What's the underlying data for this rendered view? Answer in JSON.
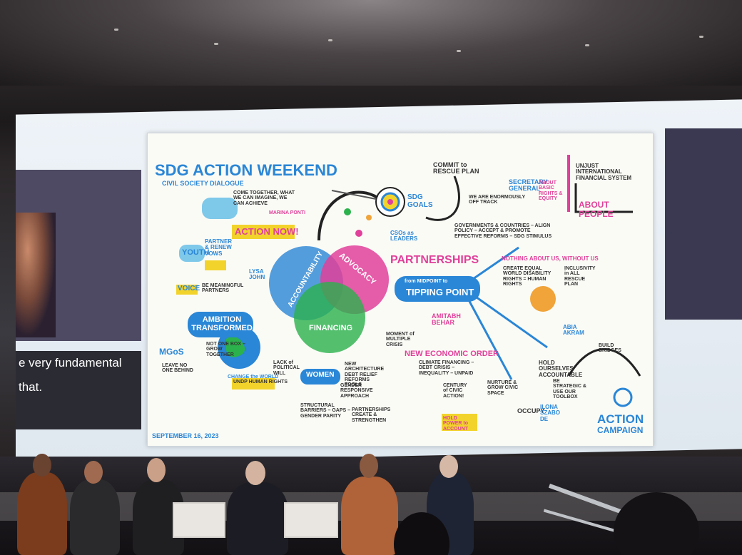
{
  "caption": {
    "line1": "e very fundamental",
    "line2": "that."
  },
  "board": {
    "title": "SDG ACTION WEEKEND",
    "subtitle": "CIVIL SOCIETY DIALOGUE",
    "date": "SEPTEMBER 16, 2023",
    "action_now": "ACTION NOW!",
    "come_together": "COME TOGETHER, WHAT WE CAN IMAGINE, WE CAN ACHIEVE",
    "marina": "MARINA PONTI",
    "youth": "YOUTH",
    "voice": "VOICE",
    "partner": "PARTNER & RENEW VOWS",
    "meaningful": "BE MEANINGFUL PARTNERS",
    "lysa": "LYSA JOHN",
    "ambition": "AMBITION TRANSFORMED",
    "mgos": "MGoS",
    "leave": "LEAVE NO ONE BEHIND",
    "not_one": "NOT ONE BOX – GROW TOGETHER",
    "change": "CHANGE the WORLD",
    "undp": "UNDP HUMAN RIGHTS",
    "accountability": "ACCOUNTABILITY",
    "advocacy": "ADVOCACY",
    "financing": "FINANCING",
    "women": "WOMEN",
    "lack": "LACK of POLITICAL WILL",
    "new_arch": "NEW ARCHITECTURE DEBT RELIEF REFORMS TOOLS",
    "gender": "GENDER RESPONSIVE APPROACH",
    "structural": "STRUCTURAL BARRIERS – GAPS – GENDER PARITY",
    "partnerships_small": "PARTNERSHIPS CREATE & STRENGTHEN",
    "sdg_goals": "SDG GOALS",
    "csos": "CSOs as LEADERS",
    "partnerships": "PARTNERSHIPS",
    "midpoint": "from MIDPOINT to",
    "tipping": "TIPPING POINT",
    "amitabh": "AMITABH BEHAR",
    "moment": "MOMENT of MULTIPLE CRISIS",
    "new_order": "NEW ECONOMIC ORDER",
    "climate": "CLIMATE FINANCING – DEBT CRISIS – INEQUALITY – UNPAID",
    "century": "CENTURY of CIVIC ACTION!",
    "hold_power": "HOLD POWER to ACCOUNT",
    "nurture": "NURTURE & GROW CIVIC SPACE",
    "occupy": "OCCUPY",
    "iliona": "ILONA SZABO DE",
    "commit": "COMMIT to RESCUE PLAN",
    "secretary": "SECRETARY GENERAL",
    "off_track": "WE ARE ENORMOUSLY OFF TRACK",
    "about_rights": "ABOUT BASIC RIGHTS & EQUITY",
    "unjust": "UNJUST INTERNATIONAL FINANCIAL SYSTEM",
    "about_people": "ABOUT PEOPLE",
    "governments": "GOVERNMENTS & COUNTRIES – ALIGN POLICY – ACCEPT & PROMOTE EFFECTIVE REFORMS – SDG STIMULUS",
    "nothing": "NOTHING ABOUT US, WITHOUT US",
    "disability": "CREATE EQUAL WORLD DISABILITY RIGHTS = HUMAN RIGHTS",
    "inclusivity": "INCLUSIVITY in ALL RESCUE PLAN",
    "abia": "ABIA AKRAM",
    "build": "BUILD BRIDGES",
    "hold_ourselves": "HOLD OURSELVES ACCOUNTABLE",
    "strategic": "BE STRATEGIC & USE OUR TOOLBOX",
    "action": "ACTION",
    "campaign": "CAMPAIGN"
  },
  "colors": {
    "blue": "#2a86d6",
    "pink": "#e0409a",
    "green": "#2bb24c",
    "yellow": "#f2d32c",
    "orange": "#f0a43a"
  }
}
